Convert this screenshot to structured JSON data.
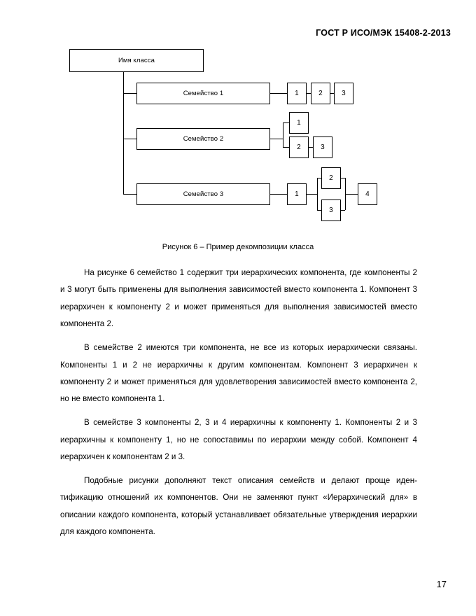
{
  "header": {
    "standard_title": "ГОСТ Р ИСО/МЭК 15408-2-2013"
  },
  "figure": {
    "caption": "Рисунок 6 – Пример декомпозиции класса",
    "class_box_label": "Имя класса",
    "families": [
      {
        "label": "Семейство 1",
        "components": [
          "1",
          "2",
          "3"
        ]
      },
      {
        "label": "Семейство 2",
        "components": [
          "1",
          "2",
          "3"
        ]
      },
      {
        "label": "Семейство 3",
        "components": [
          "1",
          "2",
          "3",
          "4"
        ]
      }
    ]
  },
  "body": {
    "paragraphs": [
      "На рисунке 6 семейство 1 содержит три иерархических компонента, где компо­ненты 2 и 3 могут быть применены для выполнения зависимостей вместо компонен­та 1. Компонент 3 иерархичен к компоненту 2 и может применяться для выполнения зависимостей вместо компонента 2.",
      "В семействе 2 имеются три компонента, не все из которых иерархически связа­ны. Компоненты 1 и 2 не иерархичны к другим компонентам. Компонент 3 иерархи­чен к компоненту 2 и может применяться для удовлетворения зависимостей вместо компонента 2, но не вместо компонента 1.",
      "В семействе 3 компоненты 2, 3 и 4 иерархичны к компоненту 1. Компоненты 2 и 3 иерархичны к компоненту 1, но не сопоставимы по иерархии между собой. Компо­нент 4 иерархичен  к компонентам 2 и 3.",
      "Подобные рисунки дополняют текст описания семейств и делают проще иден­тификацию отношений их компонентов. Они не заменяют пункт «Иерархический для» в описании каждого компонента, который устанавливает обязательные утвер­ждения иерархии для каждого компонента."
    ]
  },
  "footer": {
    "page_number": "17"
  }
}
